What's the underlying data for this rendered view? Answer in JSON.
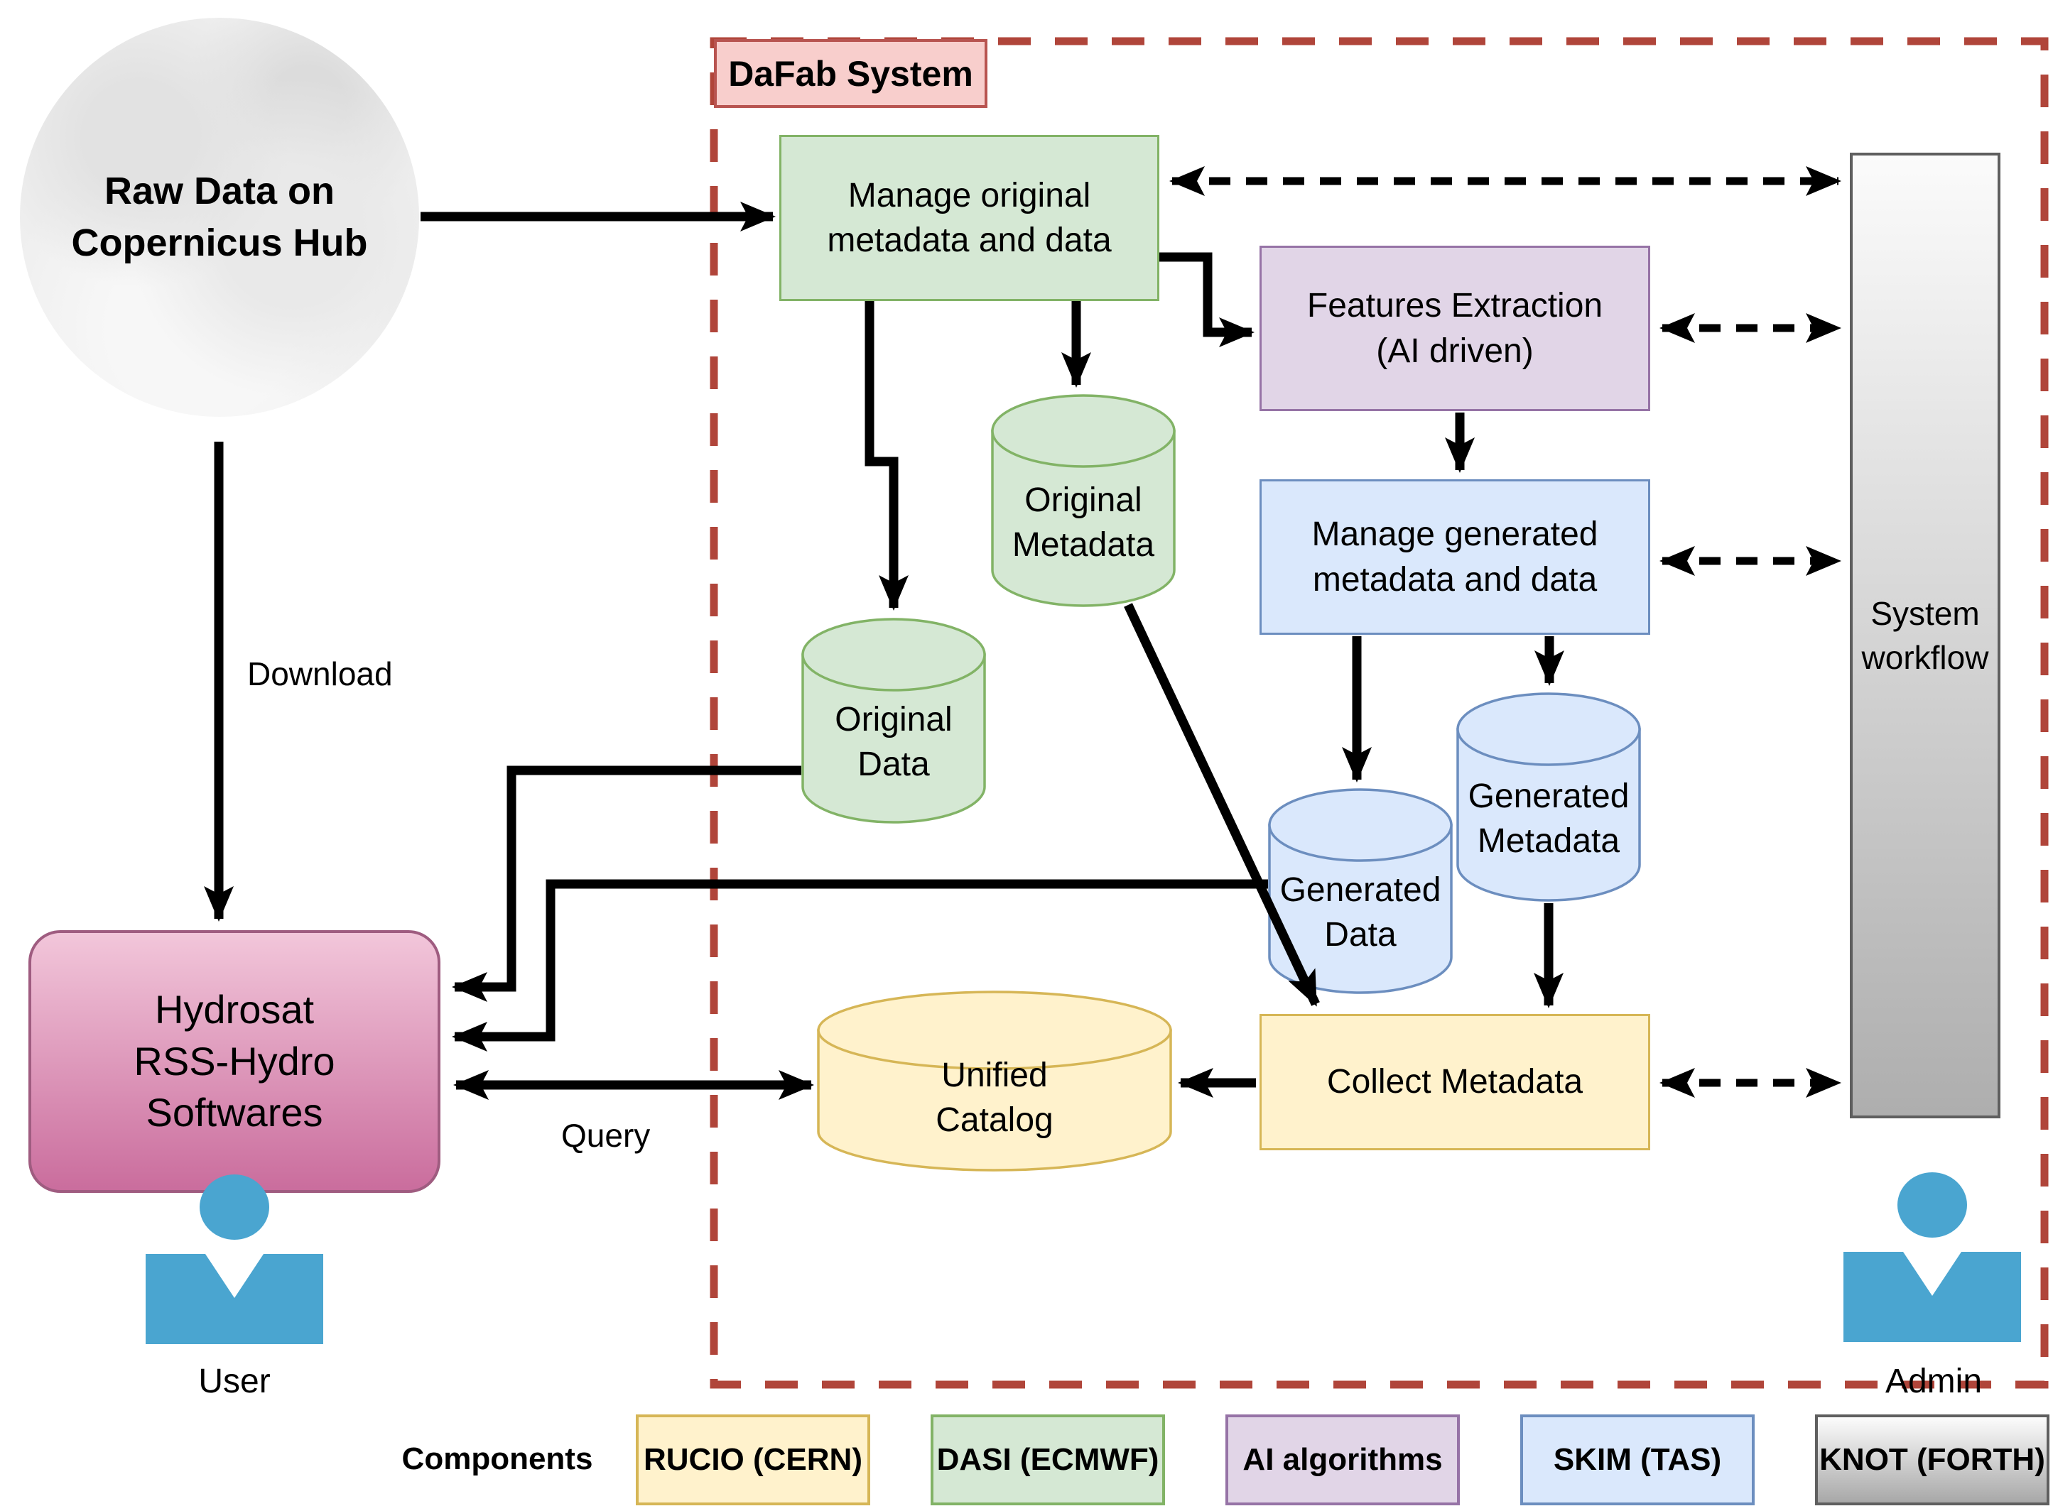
{
  "title": "DaFab System data flow diagram",
  "system": {
    "label": "DaFab System"
  },
  "nodes": {
    "raw_data": {
      "line1": "Raw Data on",
      "line2": "Copernicus Hub"
    },
    "manage_original": {
      "line1": "Manage original",
      "line2": "metadata and data"
    },
    "features_extractionثار": null,
    "features_extraction": {
      "line1": "Features Extraction",
      "line2": "(AI driven)"
    },
    "manage_generated": {
      "line1": "Manage generated",
      "line2": "metadata and data"
    },
    "original_metadata": {
      "line1": "Original",
      "line2": "Metadata"
    },
    "original_data": {
      "line1": "Original",
      "line2": "Data"
    },
    "generated_metadata": {
      "line1": "Generated",
      "line2": "Metadata"
    },
    "generated_data": {
      "line1": "Generated",
      "line2": "Data"
    },
    "unified_catalog": {
      "line1": "Unified",
      "line2": "Catalog"
    },
    "collect_metadata": {
      "label": "Collect Metadata"
    },
    "system_workflow": {
      "line1": "System",
      "line2": "workflow"
    },
    "hydrosat": {
      "line1": "Hydrosat",
      "line2": "RSS-Hydro",
      "line3": "Softwares"
    }
  },
  "edge_labels": {
    "download": "Download",
    "query": "Query"
  },
  "actors": {
    "user": "User",
    "admin": "Admin"
  },
  "legend": {
    "title": "Components",
    "items": [
      {
        "label": "RUCIO (CERN)",
        "fill": "#fff2cc",
        "stroke": "#d6b656"
      },
      {
        "label": "DASI (ECMWF)",
        "fill": "#d5e8d4",
        "stroke": "#82b366"
      },
      {
        "label": "AI algorithms",
        "fill": "#e1d5e7",
        "stroke": "#9673a6"
      },
      {
        "label": "SKIM (TAS)",
        "fill": "#dae8fc",
        "stroke": "#6c8ebf"
      },
      {
        "label": "KNOT (FORTH)",
        "fill": "gray-gradient",
        "stroke": "#5f5f5f"
      }
    ]
  },
  "colors": {
    "dafab_border": "#b0453a",
    "dafab_label_fill": "#f8cecc",
    "dafab_label_stroke": "#b85450",
    "component_yellow": "#fff2cc",
    "component_green": "#d5e8d4",
    "component_purple": "#e1d5e7",
    "component_blue": "#dae8fc",
    "workflow_gray_top": "#fbfbfb",
    "workflow_gray_bottom": "#aeaeae",
    "hydrosat_top": "#f2c6da",
    "hydrosat_bottom": "#ca6d9d",
    "actor_blue": "#4aa5d0",
    "connector_black": "#000000"
  }
}
